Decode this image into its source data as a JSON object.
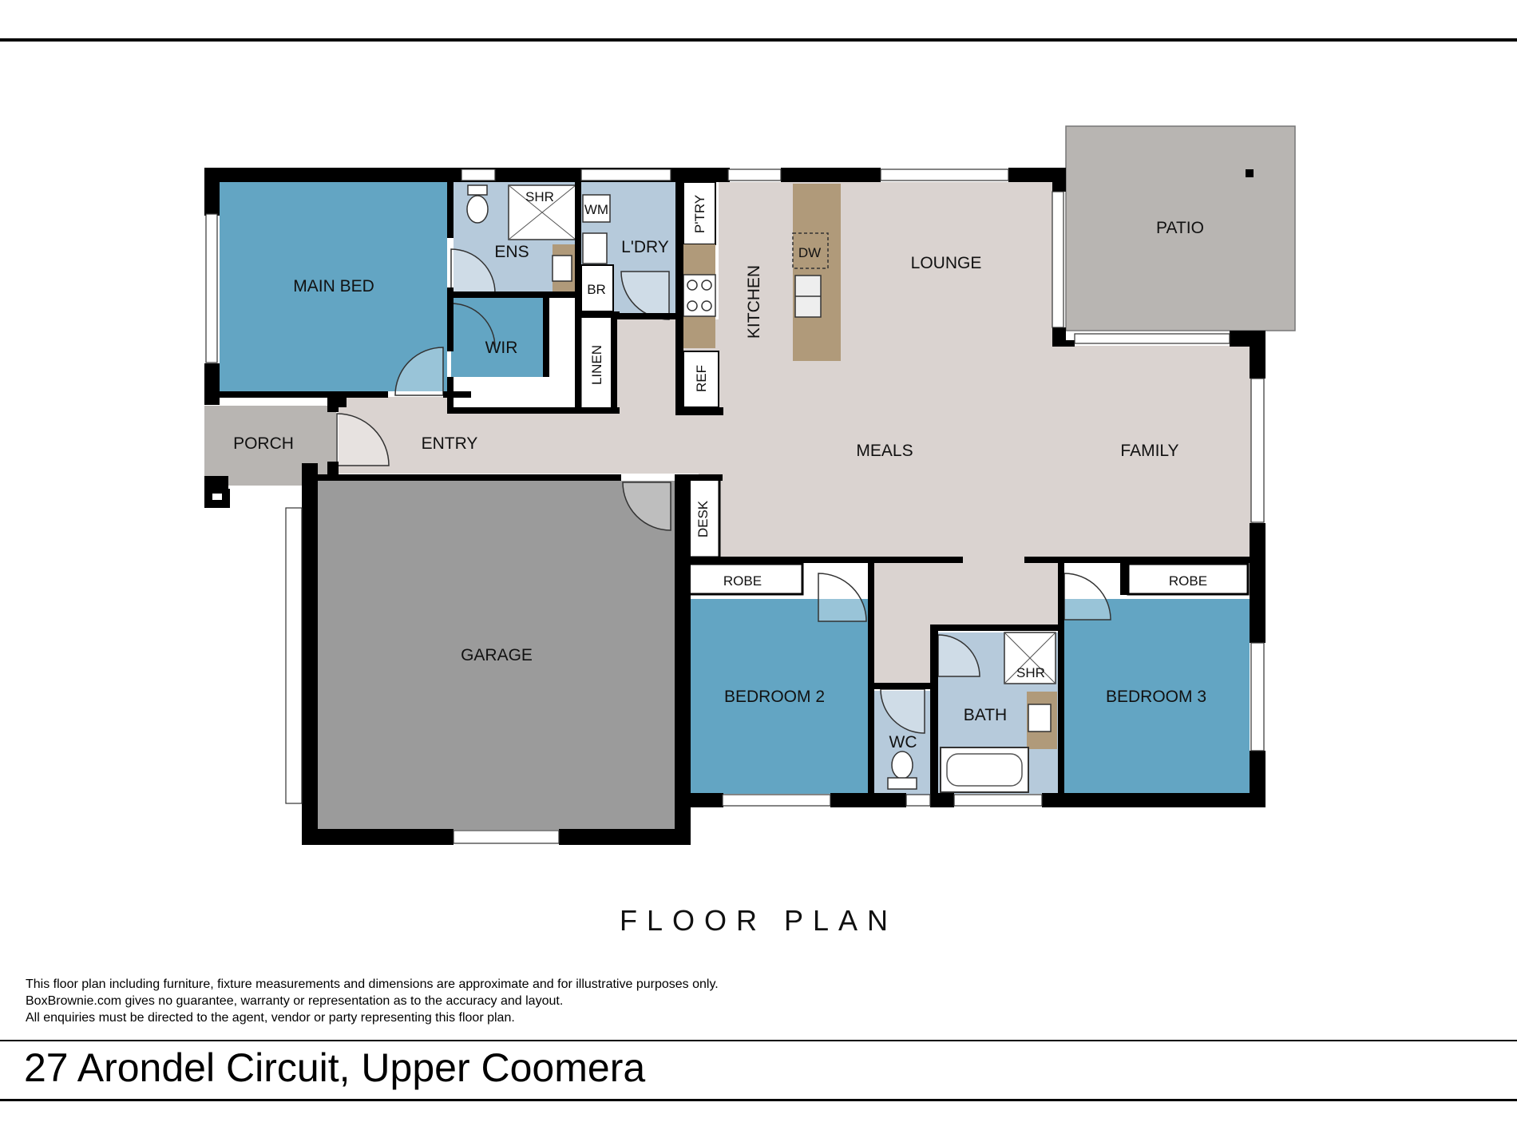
{
  "rooms": {
    "main_bed": "MAIN BED",
    "ens": "ENS",
    "shr": "SHR",
    "wm": "WM",
    "ldry": "L'DRY",
    "br": "BR",
    "wir": "WIR",
    "linen": "LINEN",
    "ptry": "P'TRY",
    "kitchen": "KITCHEN",
    "ref": "REF",
    "dw": "DW",
    "lounge": "LOUNGE",
    "patio": "PATIO",
    "porch": "PORCH",
    "entry": "ENTRY",
    "meals": "MEALS",
    "family": "FAMILY",
    "desk": "DESK",
    "garage": "GARAGE",
    "robe": "ROBE",
    "bedroom2": "BEDROOM 2",
    "bedroom3": "BEDROOM 3",
    "bath": "BATH",
    "wc": "WC"
  },
  "heading": "FLOOR PLAN",
  "disclaimer": [
    "This floor plan including furniture, fixture measurements and dimensions are approximate and for illustrative purposes only.",
    "BoxBrownie.com gives no guarantee, warranty or representation as to the accuracy and layout.",
    "All enquiries must be directed to the agent, vendor or party representing this floor plan."
  ],
  "address": "27 Arondel Circuit, Upper Coomera",
  "colors": {
    "bedroom": "#63a5c3",
    "wet_area": "#b6cadb",
    "living": "#dad3d0",
    "garage": "#9b9b9b",
    "patio": "#b8b5b2",
    "bench": "#b09a7a",
    "wall": "#000000"
  }
}
